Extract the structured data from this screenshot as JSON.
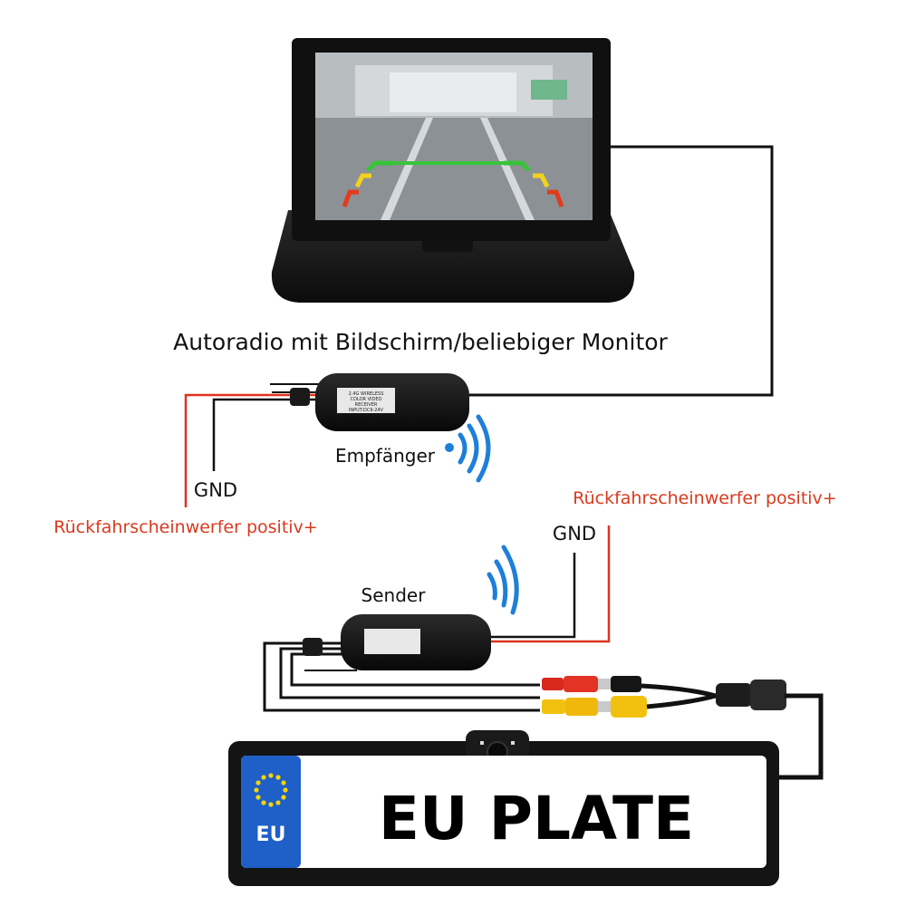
{
  "labels": {
    "monitor_caption": "Autoradio mit Bildschirm/beliebiger Monitor",
    "receiver": "Empfänger",
    "sender": "Sender",
    "gnd_left": "GND",
    "gnd_right": "GND",
    "reverse_positive_left": "Rückfahrscheinwerfer positiv+",
    "reverse_positive_right": "Rückfahrscheinwerfer positiv+"
  },
  "receiver_box": {
    "line1": "2.4G WIRELESS",
    "line2": "COLOR   VIDEO",
    "line3": "RECEIVER",
    "line4": "INPUT:DC9-24V"
  },
  "plate": {
    "country": "EU",
    "text": "EU PLATE"
  },
  "colors": {
    "wire_black": "#111111",
    "wire_red": "#e0321e",
    "label_red": "#d93a1f",
    "signal_blue": "#1e7fd8",
    "eu_blue": "#1f5fc8",
    "eu_star": "#f5d40a",
    "rca_yellow": "#f2c10f",
    "rca_red": "#d9281e"
  }
}
